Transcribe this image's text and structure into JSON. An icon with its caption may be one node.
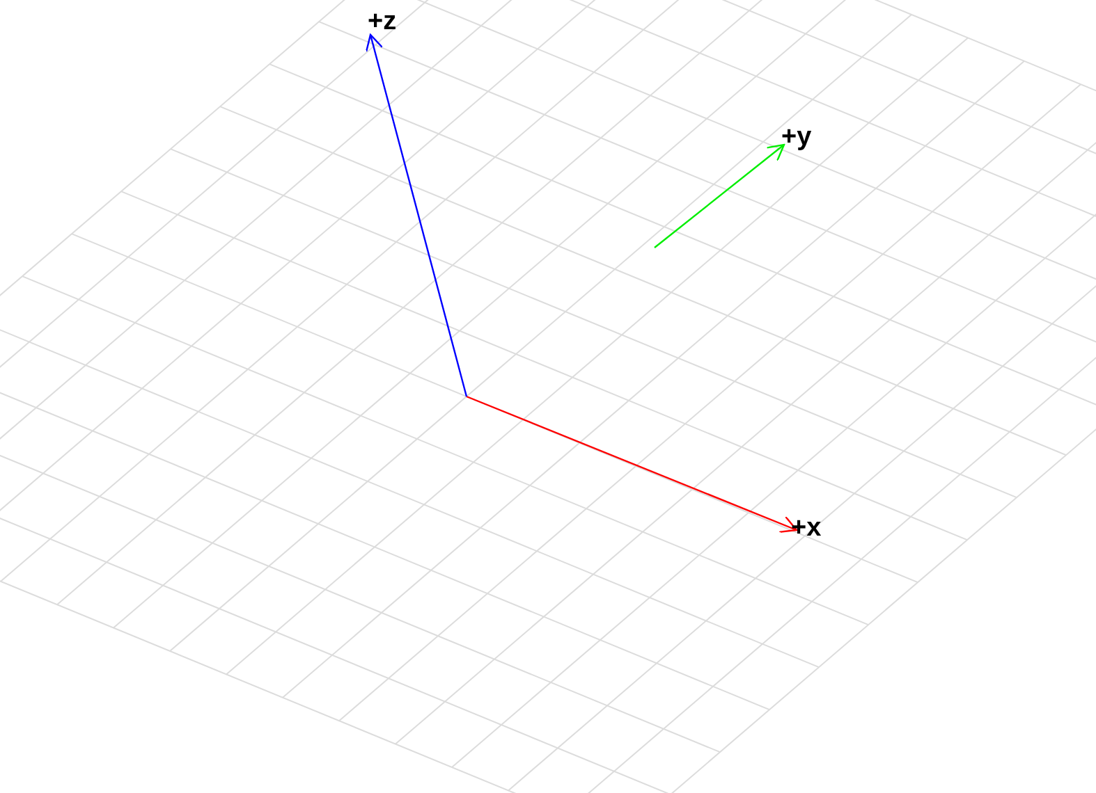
{
  "diagram": {
    "labels": [
      "+z",
      "+y",
      "+x"
    ]
  }
}
